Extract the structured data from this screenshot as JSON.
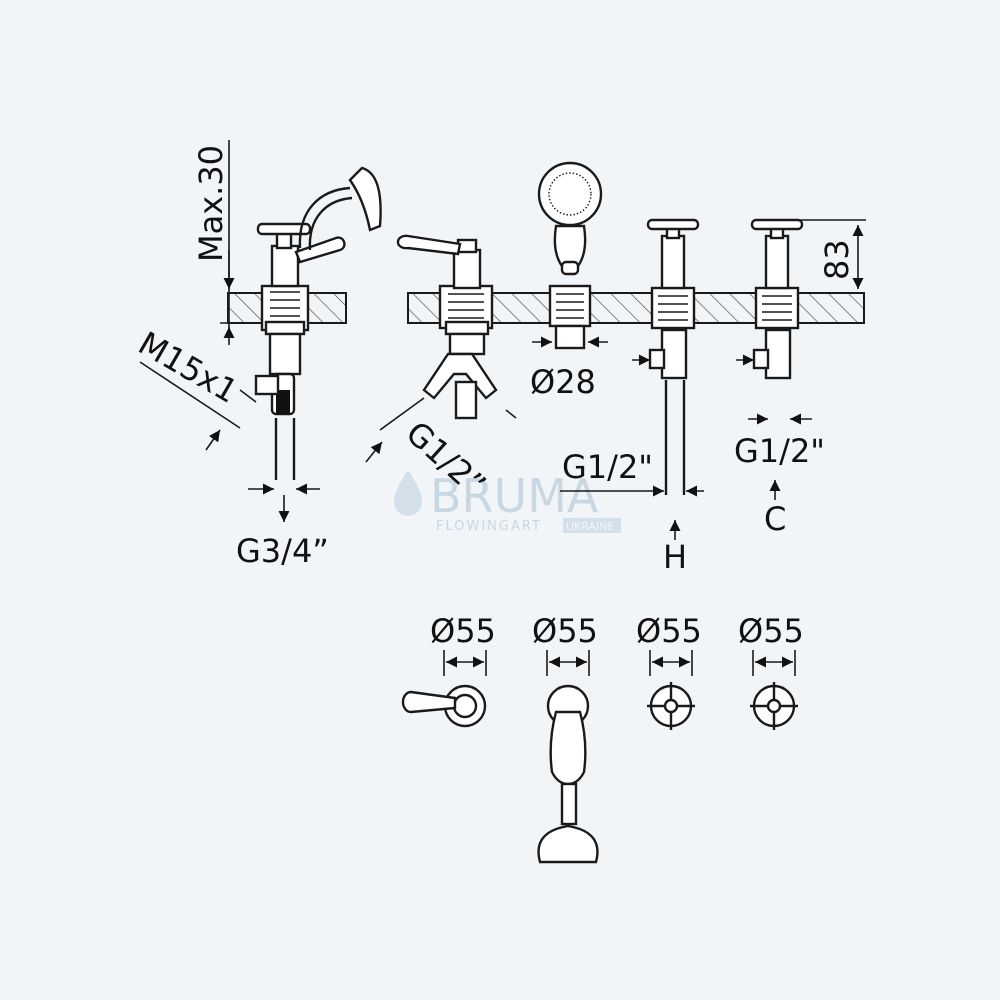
{
  "watermark": {
    "brand": "BRUMA",
    "tagline": "FLOWINGART",
    "region": "UKRAINE"
  },
  "dimensions": {
    "max_height": "Max.30",
    "height": "83",
    "hose_thread": "M15x1",
    "outlet_thread": "G3/4”",
    "diverter_thread": "G1/2”",
    "handshower_diameter": "Ø28",
    "hot_inlet_thread": "G1/2\"",
    "cold_inlet_thread": "G1/2\"",
    "hot_label": "H",
    "cold_label": "C",
    "rosette_1": "Ø55",
    "rosette_2": "Ø55",
    "rosette_3": "Ø55",
    "rosette_4": "Ø55"
  }
}
